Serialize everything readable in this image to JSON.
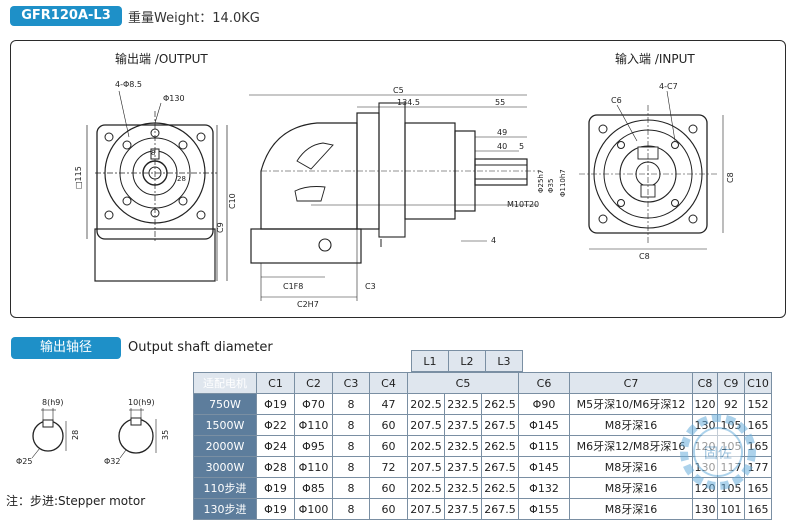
{
  "header": {
    "model": "GFR120A-L3",
    "weight": "重量Weight：14.0KG"
  },
  "drawing": {
    "output_label": "输出端 /OUTPUT",
    "input_label": "输入端 /INPUT",
    "dims": {
      "holes_out": "4-Φ8.5",
      "d130": "Φ130",
      "sq115": "□115",
      "c10": "C10",
      "c9": "C9",
      "c5": "C5",
      "d1345": "134.5",
      "d55": "55",
      "d49": "49",
      "d40": "40",
      "d5": "5",
      "d25": "Φ25h7",
      "d35": "Φ35",
      "d110": "Φ110h7",
      "m10": "M10T20",
      "d4": "4",
      "c1": "C1F8",
      "c2": "C2H7",
      "c3": "C3",
      "c6": "C6",
      "holes_in": "4-C7",
      "c8": "C8",
      "k8": "8",
      "k28": "28"
    }
  },
  "section": {
    "badge": "输出轴径",
    "title": "Output shaft diameter"
  },
  "shafts": [
    {
      "key": "8(h9)",
      "height": "28",
      "dia": "Φ25"
    },
    {
      "key": "10(h9)",
      "height": "35",
      "dia": "Φ32"
    }
  ],
  "note": "注：步进:Stepper motor",
  "ltable": [
    "L1",
    "L2",
    "L3"
  ],
  "table": {
    "headers": [
      "适配电机",
      "C1",
      "C2",
      "C3",
      "C4",
      "C5",
      "C6",
      "C7",
      "C8",
      "C9",
      "C10"
    ],
    "rows": [
      [
        "750W",
        "Φ19",
        "Φ70",
        "8",
        "47",
        "202.5",
        "232.5",
        "262.5",
        "Φ90",
        "M5牙深10/M6牙深12",
        "120",
        "92",
        "152"
      ],
      [
        "1500W",
        "Φ22",
        "Φ110",
        "8",
        "60",
        "207.5",
        "237.5",
        "267.5",
        "Φ145",
        "M8牙深16",
        "130",
        "105",
        "165"
      ],
      [
        "2000W",
        "Φ24",
        "Φ95",
        "8",
        "60",
        "202.5",
        "232.5",
        "262.5",
        "Φ115",
        "M6牙深12/M8牙深16",
        "120",
        "105",
        "165"
      ],
      [
        "3000W",
        "Φ28",
        "Φ110",
        "8",
        "72",
        "207.5",
        "237.5",
        "267.5",
        "Φ145",
        "M8牙深16",
        "130",
        "117",
        "177"
      ],
      [
        "110步进",
        "Φ19",
        "Φ85",
        "8",
        "60",
        "202.5",
        "232.5",
        "262.5",
        "Φ132",
        "M8牙深16",
        "120",
        "105",
        "165"
      ],
      [
        "130步进",
        "Φ19",
        "Φ100",
        "8",
        "60",
        "207.5",
        "237.5",
        "267.5",
        "Φ155",
        "M8牙深16",
        "130",
        "101",
        "165"
      ]
    ]
  },
  "watermark": {
    "text": "固佐"
  }
}
